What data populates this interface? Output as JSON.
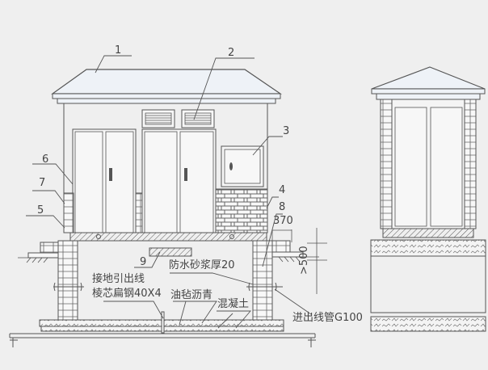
{
  "diagram": {
    "title": "",
    "views": [
      "front-elevation",
      "side-elevation"
    ],
    "callouts": [
      {
        "id": "1",
        "label": "1"
      },
      {
        "id": "2",
        "label": "2"
      },
      {
        "id": "3",
        "label": "3"
      },
      {
        "id": "4",
        "label": "4"
      },
      {
        "id": "5",
        "label": "5"
      },
      {
        "id": "6",
        "label": "6"
      },
      {
        "id": "7",
        "label": "7"
      },
      {
        "id": "8",
        "label": "8"
      },
      {
        "id": "9",
        "label": "9"
      }
    ],
    "dimensions": {
      "wall_thickness": "370",
      "depth": ">500"
    },
    "annotations": {
      "waterproof_mortar": "防水砂浆厚20",
      "ground_lead_line1": "接地引出线",
      "ground_lead_line2": "棱芯扁钢40X4",
      "asphalt_felt": "油毡沥青",
      "concrete": "混凝土",
      "conduit": "进出线管G100"
    },
    "colors": {
      "background": "#efefef",
      "line": "#555555",
      "roof_fill": "#eef2f7",
      "panel_fill": "#f7f7f7"
    }
  }
}
